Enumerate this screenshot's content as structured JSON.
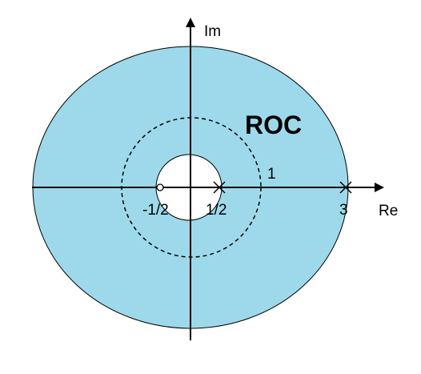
{
  "diagram": {
    "axes": {
      "real_label": "Re",
      "imag_label": "Im"
    },
    "region": {
      "label": "ROC",
      "fill_color": "#9dd9ea",
      "inner_radius": "1/2",
      "outer_radius": "3"
    },
    "unit_circle": {
      "label": "1",
      "style": "dashed"
    },
    "zeros": [
      {
        "label": "-1/2",
        "value": -0.5
      }
    ],
    "poles": [
      {
        "label": "1/2",
        "value": 0.5
      },
      {
        "label": "3",
        "value": 3
      }
    ]
  }
}
